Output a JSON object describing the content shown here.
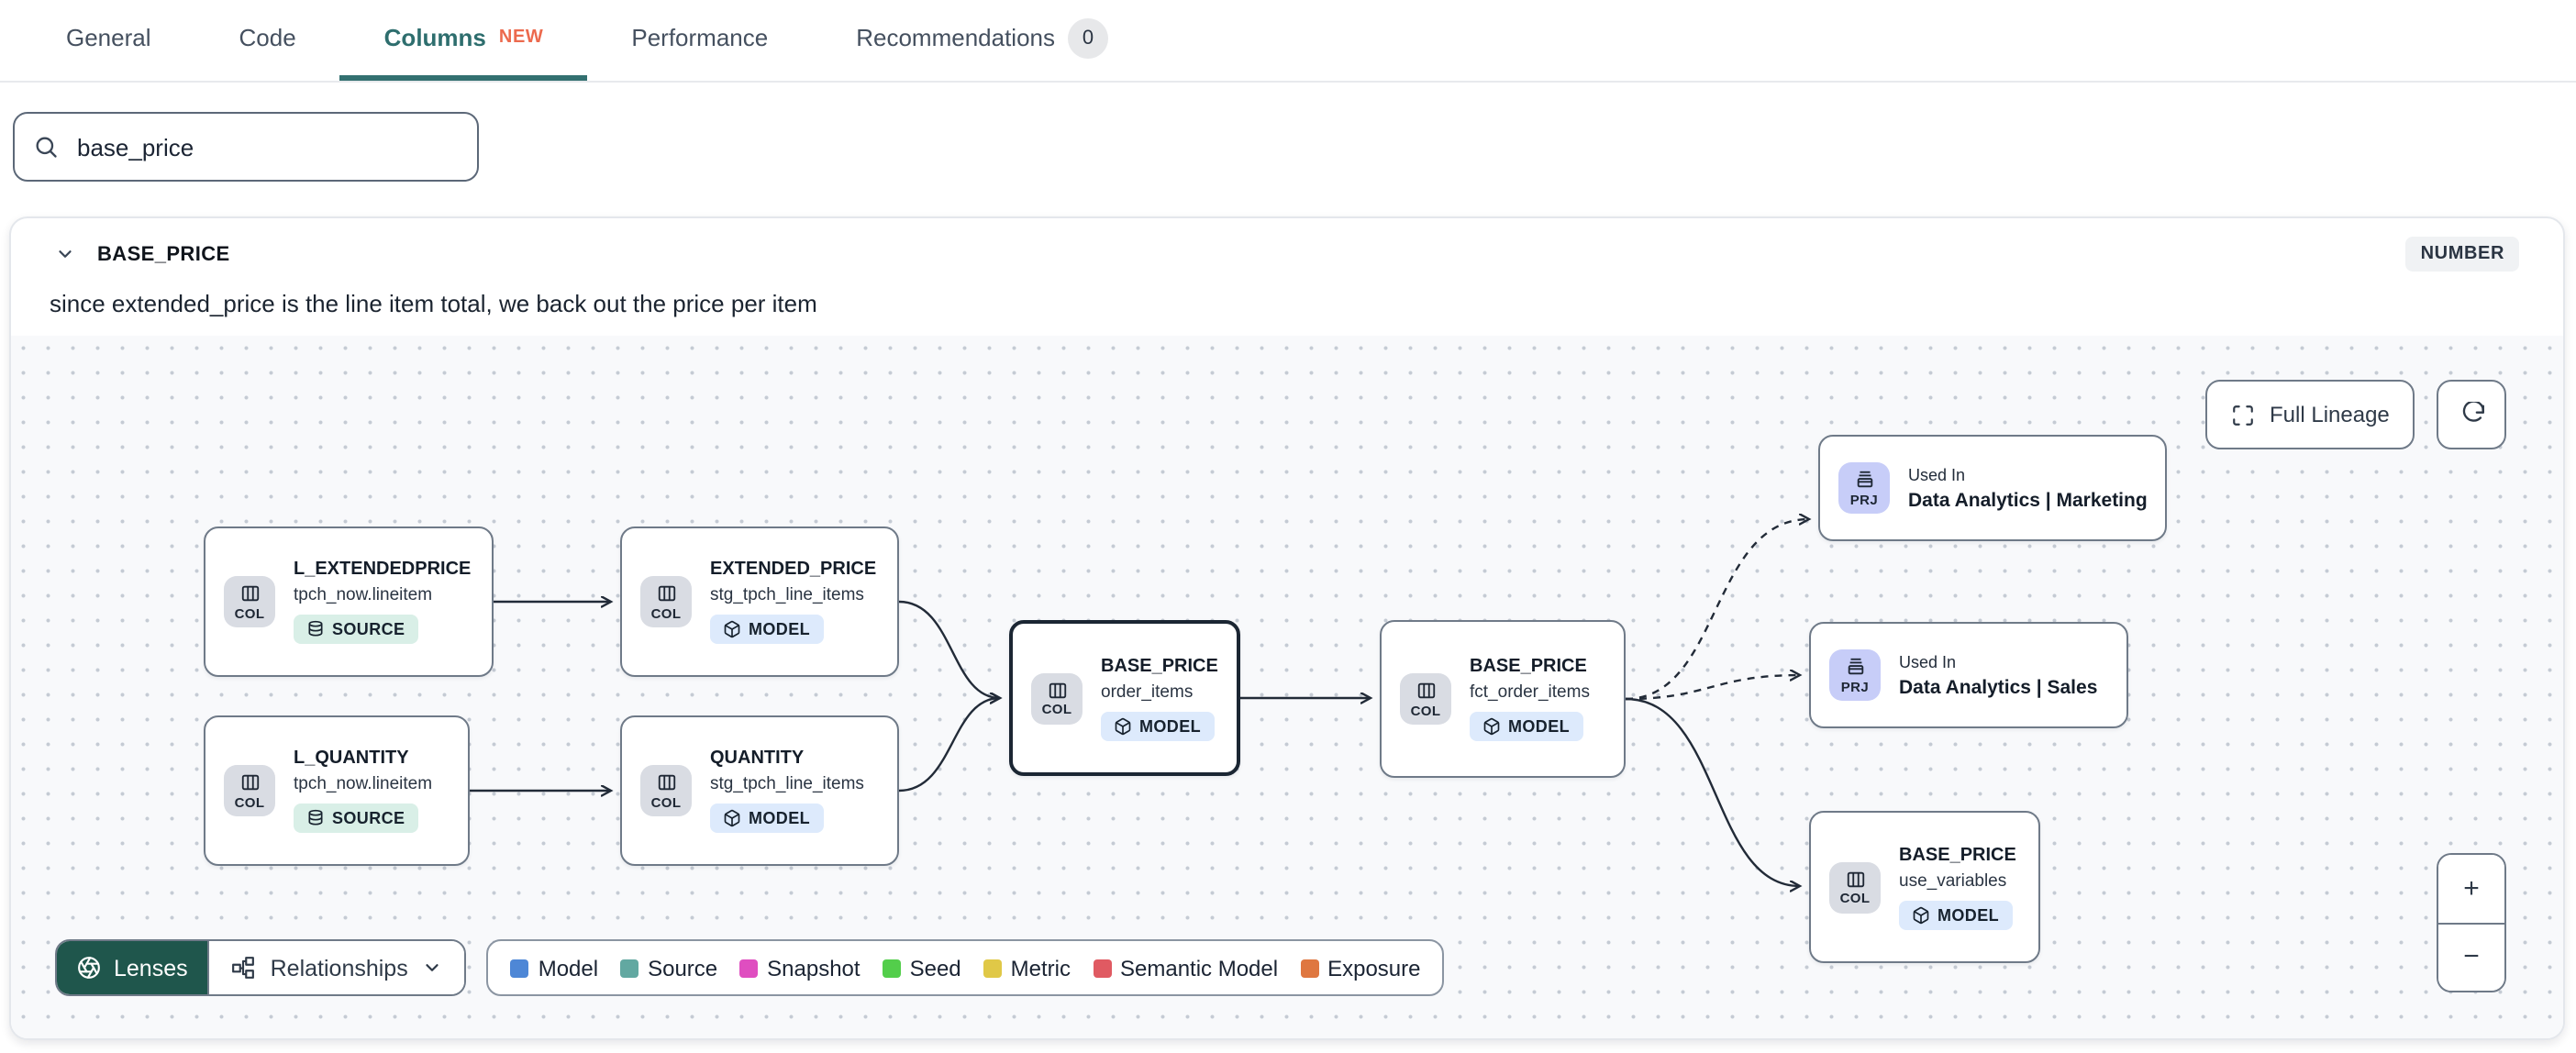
{
  "tabs": {
    "items": [
      {
        "label": "General"
      },
      {
        "label": "Code"
      },
      {
        "label": "Columns",
        "badge": "NEW",
        "active": true
      },
      {
        "label": "Performance"
      },
      {
        "label": "Recommendations",
        "count": "0"
      }
    ]
  },
  "search": {
    "value": "base_price"
  },
  "column_panel": {
    "title": "BASE_PRICE",
    "type_badge": "NUMBER",
    "description": "since extended_price is the line item total, we back out the price per item"
  },
  "lineage": {
    "controls": {
      "full_lineage": "Full Lineage",
      "zoom_in": "+",
      "zoom_out": "−"
    },
    "toolbar": {
      "lenses": "Lenses",
      "relationships": "Relationships"
    },
    "legend": [
      {
        "label": "Model",
        "color": "#4e87d6"
      },
      {
        "label": "Source",
        "color": "#62a8a1"
      },
      {
        "label": "Snapshot",
        "color": "#df4ec0"
      },
      {
        "label": "Seed",
        "color": "#53ce4b"
      },
      {
        "label": "Metric",
        "color": "#e0c847"
      },
      {
        "label": "Semantic Model",
        "color": "#e05a62"
      },
      {
        "label": "Exposure",
        "color": "#df7740"
      }
    ],
    "nodes": [
      {
        "title": "L_EXTENDEDPRICE",
        "subtitle": "tpch_now.lineitem",
        "chip": "COL",
        "badge": "SOURCE"
      },
      {
        "title": "EXTENDED_PRICE",
        "subtitle": "stg_tpch_line_items",
        "chip": "COL",
        "badge": "MODEL"
      },
      {
        "title": "L_QUANTITY",
        "subtitle": "tpch_now.lineitem",
        "chip": "COL",
        "badge": "SOURCE"
      },
      {
        "title": "QUANTITY",
        "subtitle": "stg_tpch_line_items",
        "chip": "COL",
        "badge": "MODEL"
      },
      {
        "title": "BASE_PRICE",
        "subtitle": "order_items",
        "chip": "COL",
        "badge": "MODEL",
        "selected": true
      },
      {
        "title": "BASE_PRICE",
        "subtitle": "fct_order_items",
        "chip": "COL",
        "badge": "MODEL"
      },
      {
        "label": "Used In",
        "name": "Data Analytics | Marketing",
        "chip": "PRJ"
      },
      {
        "label": "Used In",
        "name": "Data Analytics | Sales",
        "chip": "PRJ"
      },
      {
        "title": "BASE_PRICE",
        "subtitle": "use_variables",
        "chip": "COL",
        "badge": "MODEL"
      }
    ]
  },
  "colors": {
    "accent_teal": "#2e6e6e",
    "new_badge": "#ec6a4e",
    "lenses_bg": "#1f564c",
    "model_badge_bg": "#ddeafc",
    "source_badge_bg": "#d9efe7",
    "prj_chip_bg": "#c7cdf8",
    "col_chip_bg": "#d9dce3",
    "node_border": "#6f7a88",
    "selected_node_border": "#1b2633",
    "edge": "#222b38"
  }
}
